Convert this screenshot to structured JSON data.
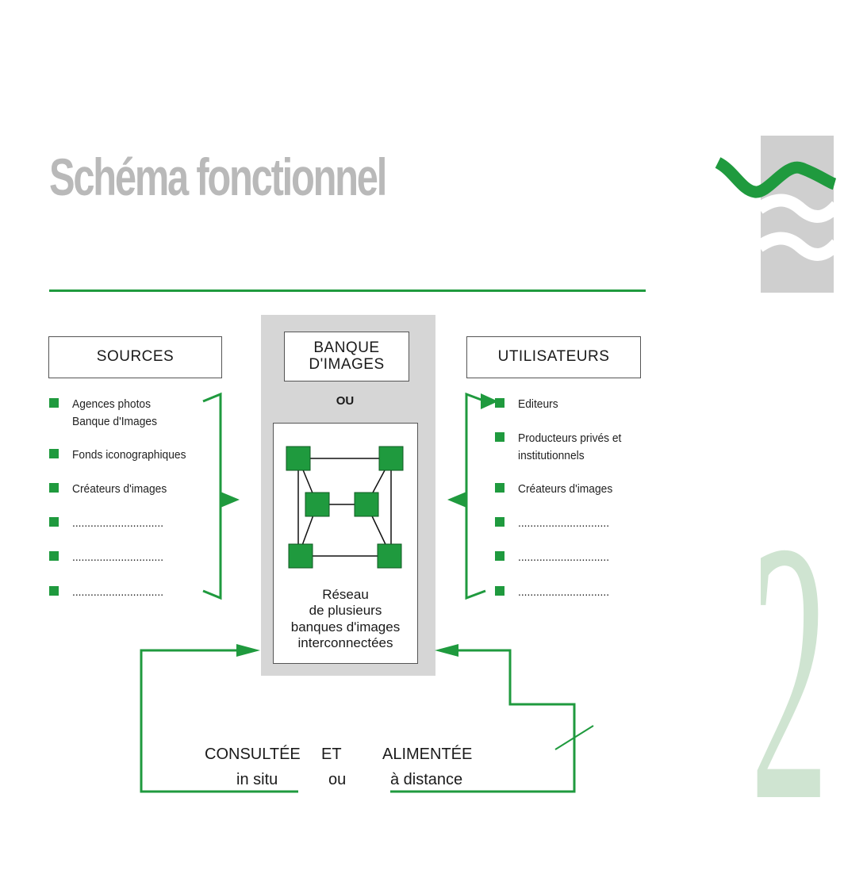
{
  "title": "Schéma fonctionnel",
  "chapter_number": "2",
  "boxes": {
    "sources": "SOURCES",
    "banque": "BANQUE\nD'IMAGES",
    "utilisateurs": "UTILISATEURS"
  },
  "ou_label": "OU",
  "reseau_caption": "Réseau\nde plusieurs\nbanques d'images\ninterconnectées",
  "sources_items": [
    "Agences photos\nBanque d'Images",
    "Fonds iconographiques",
    "Créateurs d'images",
    "..............................",
    "..............................",
    ".............................."
  ],
  "users_items": [
    "Editeurs",
    "Producteurs privés et\ninstitutionnels",
    "Créateurs d'images",
    "..............................",
    "..............................",
    ".............................."
  ],
  "bottom": {
    "consultee": "CONSULTÉE",
    "et": "ET",
    "alimentee": "ALIMENTÉE",
    "in_situ": "in situ",
    "ou": "ou",
    "a_distance": "à distance"
  },
  "colors": {
    "accent_green": "#1f9a3e",
    "title_gray": "#b9b9b9",
    "panel_gray": "#d6d6d6",
    "numeral_tint": "#cfe4d1"
  },
  "icons": [
    "wave-logo-icon",
    "network-node-icon"
  ]
}
